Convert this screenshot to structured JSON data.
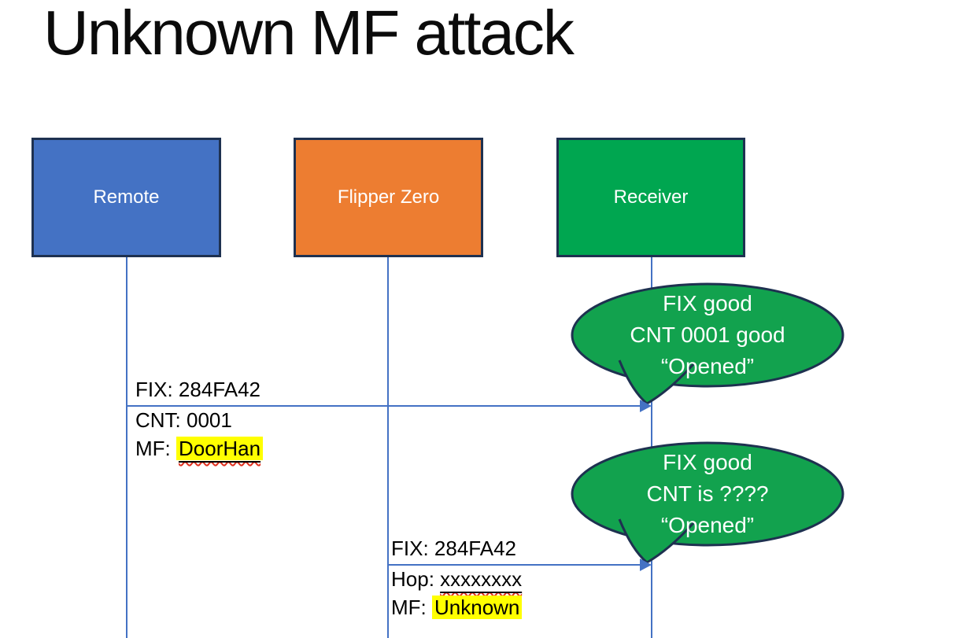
{
  "title": "Unknown MF attack",
  "actors": [
    {
      "label": "Remote"
    },
    {
      "label": "Flipper Zero"
    },
    {
      "label": "Receiver"
    }
  ],
  "messages": [
    {
      "from": "Remote",
      "to": "Receiver",
      "line1": "FIX: 284FA42",
      "line2": "CNT: 0001",
      "line3_prefix": "MF: ",
      "line3_highlight": "DoorHan"
    },
    {
      "from": "Flipper Zero",
      "to": "Receiver",
      "line1": "FIX: 284FA42",
      "line2_prefix": "Hop: ",
      "line2_underlined": "xxxxxxxx",
      "line3_prefix": "MF: ",
      "line3_highlight": "Unknown"
    }
  ],
  "callouts": [
    {
      "speaker": "Receiver",
      "lines": [
        "FIX good",
        "CNT 0001 good",
        "“Opened”"
      ]
    },
    {
      "speaker": "Receiver",
      "lines": [
        "FIX good",
        "CNT is ????",
        "“Opened”"
      ]
    }
  ],
  "colors": {
    "remote_fill": "#4472C4",
    "flipper_fill": "#ED7D31",
    "receiver_fill": "#00A650",
    "callout_fill": "#12A24E",
    "shape_outline": "#1e3150",
    "connector_blue": "#4472C4",
    "highlight_yellow": "#FFFF00",
    "squiggle_red": "#e0301e"
  }
}
